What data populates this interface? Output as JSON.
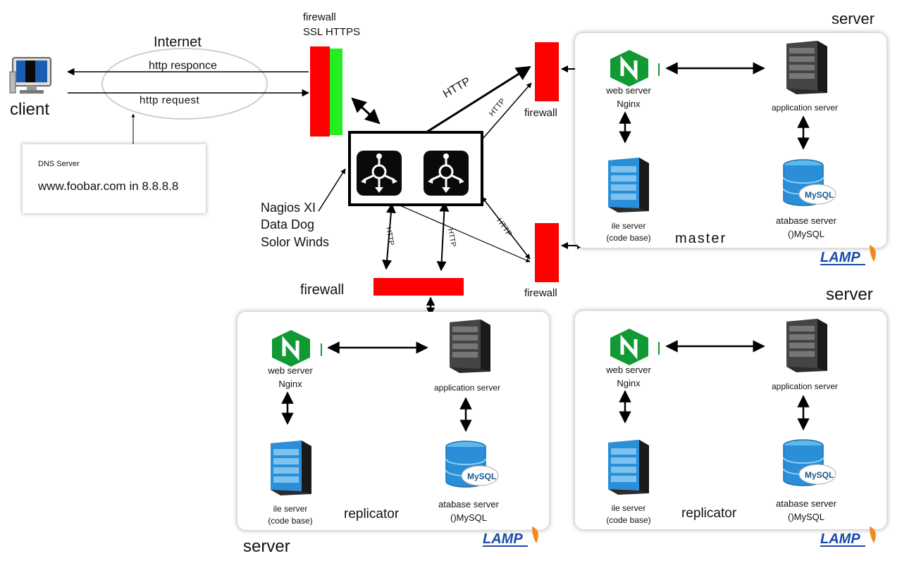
{
  "client": {
    "label": "client"
  },
  "internet": {
    "label": "Internet",
    "response": "http responce",
    "request": "http request"
  },
  "dns": {
    "title": "DNS Server",
    "entry": "www.foobar.com  in  8.8.8.8"
  },
  "firewall_main": {
    "line1": "firewall",
    "line2": "SSL HTTPS"
  },
  "monitoring": {
    "items": [
      "Nagios XI",
      "Data Dog",
      "Solor Winds"
    ]
  },
  "http_labels": {
    "upper_big": "HTTP",
    "upper_small": "HTTP",
    "lower_right": "HTTP",
    "down_left": "HTTP",
    "down_right": "HTTP"
  },
  "firewalls": {
    "top": "firewall",
    "mid_right": "firewall",
    "left": "firewall"
  },
  "panels": {
    "master": {
      "server_label": "server",
      "web": {
        "line1": "web server",
        "line2": "Nginx"
      },
      "app": "application server",
      "file": {
        "line1": "ile server",
        "line2": "(code base)"
      },
      "db": {
        "line1": "atabase server",
        "line2": "()MySQL"
      },
      "role": "master"
    },
    "replicator_left": {
      "server_label": "server",
      "web": {
        "line1": "web server",
        "line2": "Nginx"
      },
      "app": "application server",
      "file": {
        "line1": "ile server",
        "line2": "(code base)"
      },
      "db": {
        "line1": "atabase server",
        "line2": "()MySQL"
      },
      "role": "replicator"
    },
    "replicator_right": {
      "server_label": "server",
      "web": {
        "line1": "web server",
        "line2": "Nginx"
      },
      "app": "application server",
      "file": {
        "line1": "ile server",
        "line2": "(code base)"
      },
      "db": {
        "line1": "atabase server",
        "line2": "()MySQL"
      },
      "role": "replicator"
    }
  },
  "logo": {
    "text": "LAMP"
  },
  "icons": [
    "monitor-icon",
    "load-balancer-icon",
    "nginx-icon",
    "server-icon",
    "mysql-database-icon",
    "lamp-logo"
  ],
  "colors": {
    "firewall": "#ff0000",
    "ssl": "#22ee22",
    "nginx": "#119933",
    "server_blue": "#2a8fd8",
    "lamp_blue": "#1a4aa8",
    "lamp_orange": "#f08a1c"
  }
}
